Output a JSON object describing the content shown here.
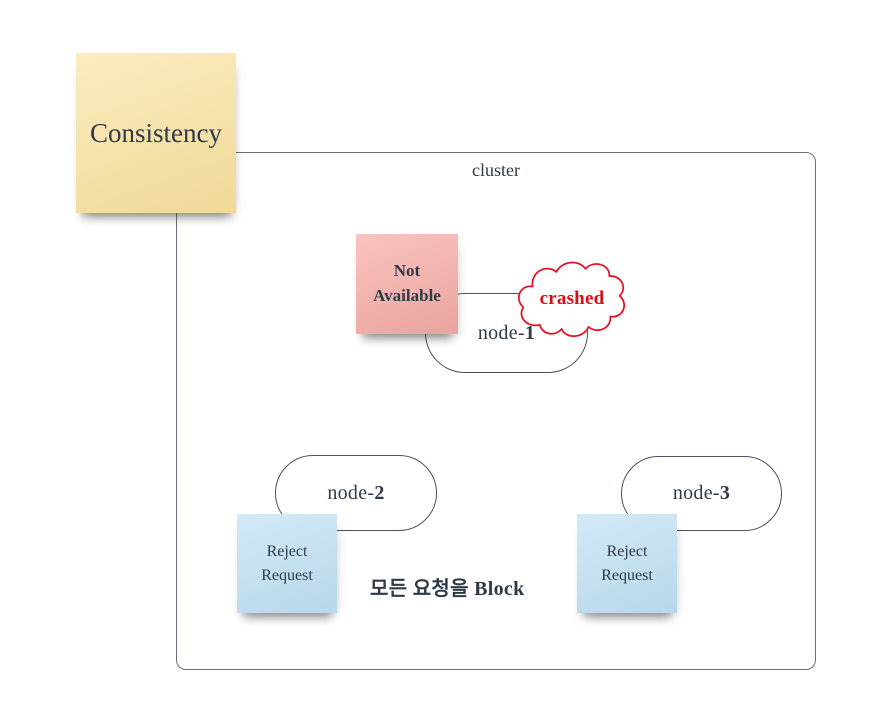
{
  "title_note": {
    "label": "Consistency"
  },
  "cluster": {
    "label": "cluster"
  },
  "nodes": [
    {
      "id": "node-1",
      "prefix": "node-",
      "number": "1"
    },
    {
      "id": "node-2",
      "prefix": "node-",
      "number": "2"
    },
    {
      "id": "node-3",
      "prefix": "node-",
      "number": "3"
    }
  ],
  "crash_cloud": {
    "label": "crashed"
  },
  "status_notes": {
    "not_available": "Not Available",
    "reject_request_node2": "Reject Request",
    "reject_request_node3": "Reject Request"
  },
  "annotation": {
    "label": "모든 요청을 Block"
  },
  "colors": {
    "yellow_note": "#fae29e",
    "pink_note": "#f7aca6",
    "blue_note": "#bfe0f4",
    "red_accent": "#e81123",
    "red_text": "#df0b16",
    "ink": "#2f3a48",
    "cluster_border": "#6a707b",
    "pill_border": "#49505e"
  }
}
